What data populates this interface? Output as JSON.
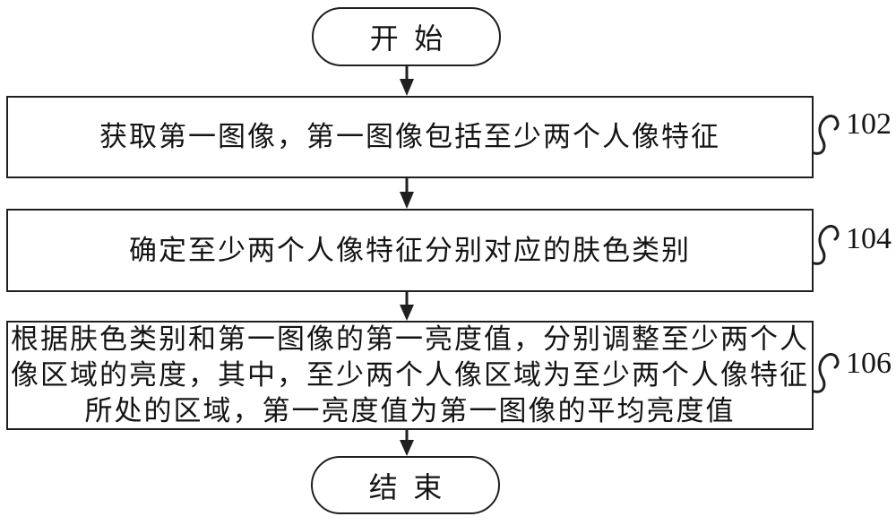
{
  "flowchart": {
    "title_hint": "portrait-brightness-adjustment-method-flowchart",
    "start_label": "开始",
    "end_label": "结束",
    "steps": [
      {
        "ref": "102",
        "lines": [
          "获取第一图像，第一图像包括至少两个人像特征"
        ]
      },
      {
        "ref": "104",
        "lines": [
          "确定至少两个人像特征分别对应的肤色类别"
        ]
      },
      {
        "ref": "106",
        "lines": [
          "根据肤色类别和第一图像的第一亮度值，分别调整至少两个人",
          "像区域的亮度，其中，至少两个人像区域为至少两个人像特征",
          "所处的区域，第一亮度值为第一图像的平均亮度值"
        ]
      }
    ],
    "colors": {
      "background": "#ffffff",
      "stroke": "#1f1f1f",
      "text": "#141414"
    }
  }
}
